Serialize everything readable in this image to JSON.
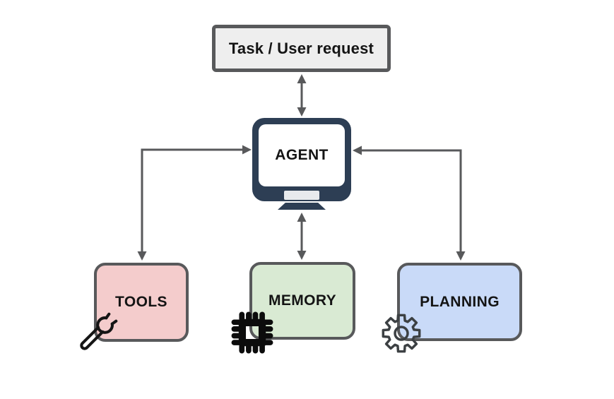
{
  "diagram": {
    "title": "Agent architecture diagram",
    "task_box": {
      "label": "Task / User request"
    },
    "agent": {
      "label": "AGENT",
      "icon": "monitor-icon"
    },
    "nodes": [
      {
        "id": "tools",
        "label": "TOOLS",
        "icon": "wrench-icon",
        "fill": "#f4cccc"
      },
      {
        "id": "memory",
        "label": "MEMORY",
        "icon": "chip-icon",
        "fill": "#d9ead3"
      },
      {
        "id": "planning",
        "label": "PLANNING",
        "icon": "gear-icon",
        "fill": "#c9daf8"
      }
    ],
    "connections": [
      {
        "between": [
          "task_box",
          "agent"
        ],
        "style": "straight",
        "bidirectional": true
      },
      {
        "between": [
          "agent",
          "memory"
        ],
        "style": "straight",
        "bidirectional": true
      },
      {
        "between": [
          "agent",
          "tools"
        ],
        "style": "elbow",
        "bidirectional": true
      },
      {
        "between": [
          "agent",
          "planning"
        ],
        "style": "elbow",
        "bidirectional": true
      }
    ],
    "colors": {
      "background": "#ffffff",
      "box_border": "#58595b",
      "arrow": "#58595b",
      "monitor_body": "#2d3e54",
      "monitor_bar": "#e8eaed",
      "task_box_fill": "#eeeeee",
      "tools_fill": "#f4cccc",
      "memory_fill": "#d9ead3",
      "planning_fill": "#c9daf8",
      "text": "#141414"
    }
  }
}
